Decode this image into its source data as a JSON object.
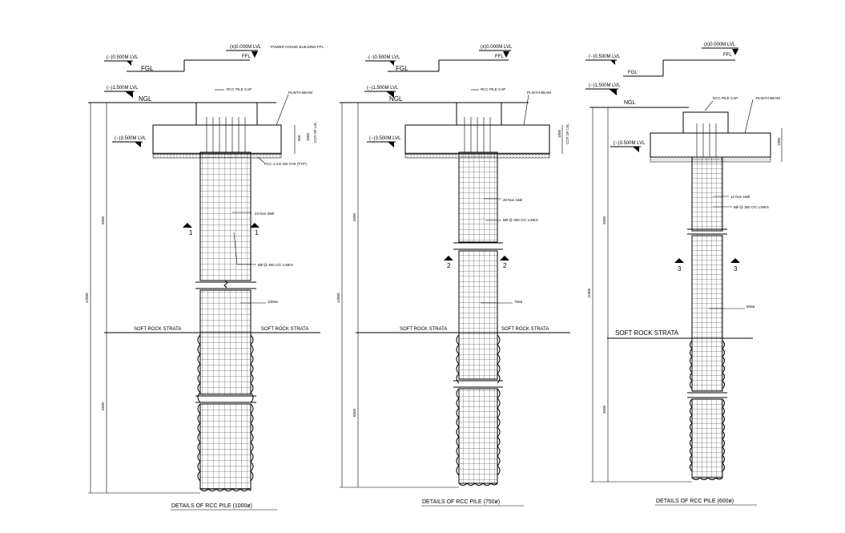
{
  "piles": [
    {
      "caption": "DETAILS OF RCC PILE (1000ø)",
      "lvl_top_left": "(−)0.500M LVL",
      "fgl": "FGL",
      "lvl_ngl": "(−)1.500M LVL",
      "ngl": "NGL",
      "lvl_top_right": "(±)0.000M LVL",
      "ffl_note": "POWER HOUSE BUILDING FFL",
      "ffl": "FFL",
      "lvl_cut": "(−)3.500M LVL",
      "pile_cap_label": "RCC PILE CAP",
      "plinth_label": "PLINTH BEAM",
      "bars_label": "24 Nos 25Ø",
      "links_label": "8Ø @ 300 C/C LINKS",
      "dia_label": "1000ø",
      "strata_left": "SOFT ROCK STRATA",
      "strata_right": "SOFT ROCK STRATA",
      "section_no": "1",
      "dim_total": "12000",
      "dim_upper": "5500",
      "dim_lower": "6500",
      "dim_cap_a": "650",
      "dim_cap_b": "1000",
      "dim_cap_c": "COT OF LVL",
      "note_cut": "PCC 1:4:8 150 THK (TYP)"
    },
    {
      "caption": "DETAILS OF RCC PILE (750ø)",
      "lvl_top_left": "(−)0.500M LVL",
      "fgl": "FGL",
      "lvl_ngl": "(−)1.500M LVL",
      "ngl": "NGL",
      "lvl_top_right": "(±)0.000M LVL",
      "ffl": "FFL",
      "lvl_cut": "(−)3.500M LVL",
      "pile_cap_label": "RCC PILE CAP",
      "plinth_label": "PLINTH BEAM",
      "bars_label": "20 Nos 16Ø",
      "links_label": "8Ø @ 300 C/C LINKS",
      "dia_label": "750ø",
      "strata_left": "SOFT ROCK STRATA",
      "strata_right": "SOFT ROCK STRATA",
      "section_no": "2",
      "dim_total": "12000",
      "dim_upper": "5500",
      "dim_lower": "6500",
      "dim_cap_a": "1600",
      "dim_cap_b": "COT OF LVL"
    },
    {
      "caption": "DETAILS OF RCC PILE (600ø)",
      "lvl_top_left": "(−)0.500M LVL",
      "fgl": "FGL",
      "lvl_ngl": "(−)1.500M LVL",
      "ngl": "NGL",
      "lvl_top_right": "(±)0.000M LVL",
      "ffl": "FFL",
      "lvl_cut": "(−)3.500M LVL",
      "pile_cap_label": "RCC PILE CAP",
      "plinth_label": "PLINTH BEAM",
      "bars_label": "12 Nos 16Ø",
      "links_label": "8Ø @ 300 C/C LINKS",
      "dia_label": "600ø",
      "strata_left": "SOFT ROCK STRATA",
      "section_no": "3",
      "dim_total": "11000",
      "dim_upper": "5500",
      "dim_lower": "3500",
      "dim_cap_a": "1000"
    }
  ]
}
